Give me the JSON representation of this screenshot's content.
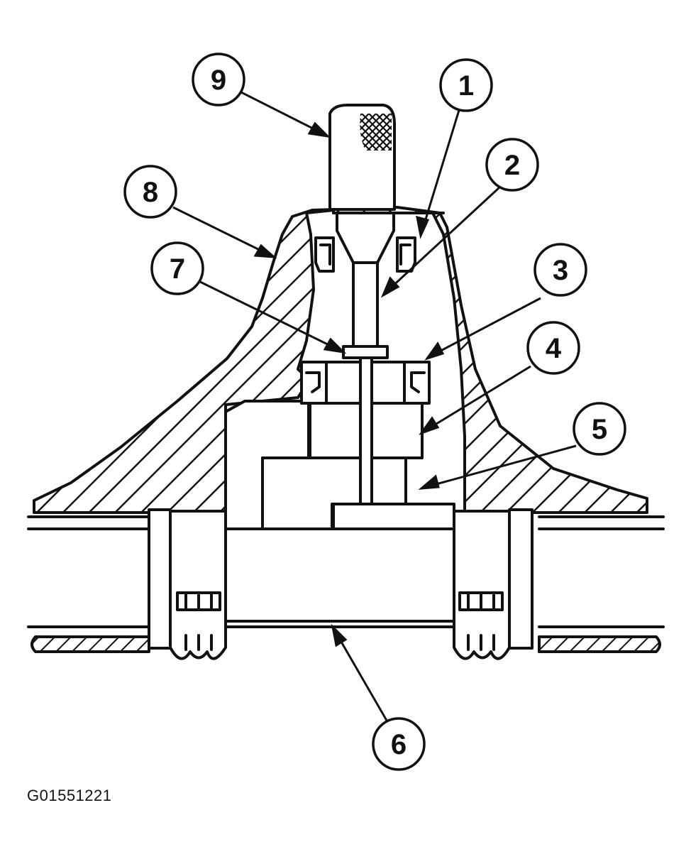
{
  "figure": {
    "code": "G01551221"
  },
  "callouts": [
    {
      "id": "9",
      "label": "9"
    },
    {
      "id": "1",
      "label": "1"
    },
    {
      "id": "2",
      "label": "2"
    },
    {
      "id": "8",
      "label": "8"
    },
    {
      "id": "7",
      "label": "7"
    },
    {
      "id": "3",
      "label": "3"
    },
    {
      "id": "4",
      "label": "4"
    },
    {
      "id": "5",
      "label": "5"
    },
    {
      "id": "6",
      "label": "6"
    }
  ],
  "colors": {
    "ink": "#111111",
    "paper": "#ffffff"
  }
}
